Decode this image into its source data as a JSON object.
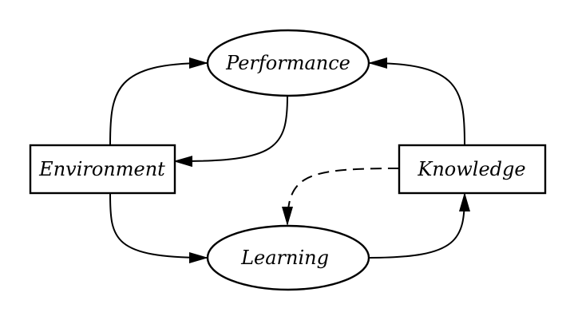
{
  "nodes": {
    "performance": {
      "label": "Performance"
    },
    "environment": {
      "label": "Environment"
    },
    "knowledge": {
      "label": "Knowledge"
    },
    "learning": {
      "label": "Learning"
    }
  }
}
